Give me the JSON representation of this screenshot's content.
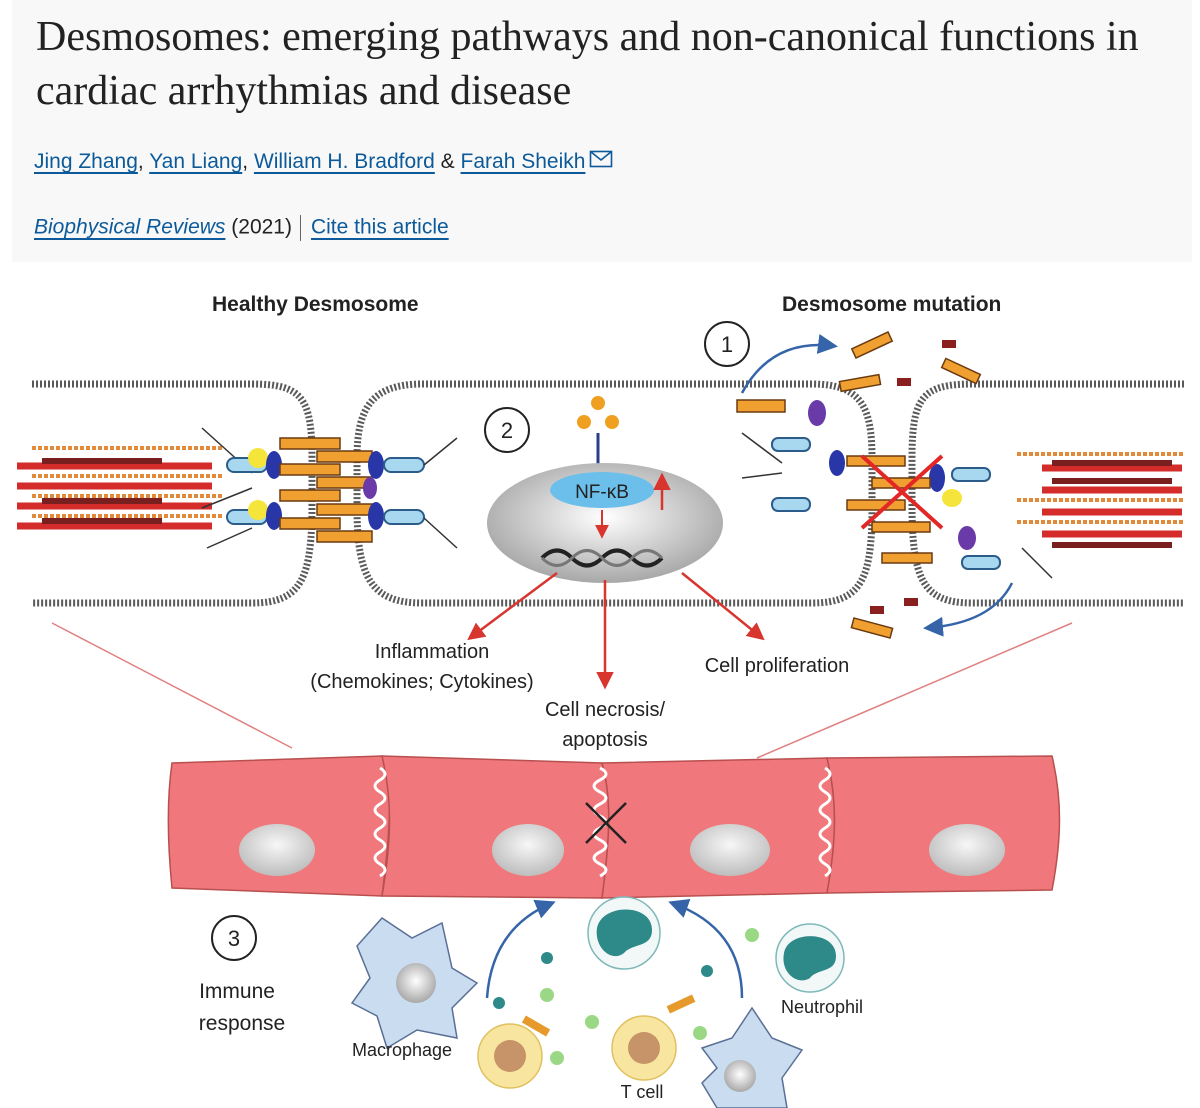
{
  "article": {
    "title": "Desmosomes: emerging pathways and non-canonical functions in cardiac arrhythmias and disease",
    "authors": [
      "Jing Zhang",
      "Yan Liang",
      "William H. Bradford",
      "Farah Sheikh"
    ],
    "author_sep_comma": ",",
    "author_sep_amp": "&",
    "journal": "Biophysical Reviews",
    "year": "(2021)",
    "cite_label": "Cite this article",
    "mail_icon": "envelope-icon"
  },
  "figure": {
    "heading_left": "Healthy Desmosome",
    "heading_right": "Desmosome mutation",
    "step1": "1",
    "step2": "2",
    "step3": "3",
    "nfkb": "NF-κB",
    "inflammation_line1": "Inflammation",
    "inflammation_line2": "(Chemokines; Cytokines)",
    "necrosis_line1": "Cell necrosis/",
    "necrosis_line2": "apoptosis",
    "proliferation": "Cell proliferation",
    "immune_line1": "Immune",
    "immune_line2": "response",
    "macrophage": "Macrophage",
    "tcell": "T cell",
    "neutrophil": "Neutrophil",
    "colors": {
      "membrane": "#5a5a5a",
      "cardiomyocyte": "#f0777b",
      "orange_protein": "#f0a030",
      "nfkb": "#6cbfea",
      "arrow_red": "#d8352f",
      "arrow_blue": "#3565a8"
    }
  }
}
